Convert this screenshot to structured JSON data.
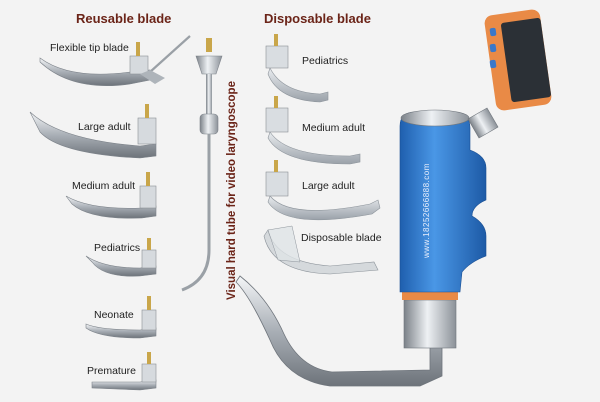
{
  "headers": {
    "reusable": "Reusable blade",
    "disposable": "Disposable blade"
  },
  "vertical_label": "Visual hard tube for video laryngoscope",
  "reusable_blades": [
    {
      "label": "Flexible tip blade"
    },
    {
      "label": "Large adult"
    },
    {
      "label": "Medium adult"
    },
    {
      "label": "Pediatrics"
    },
    {
      "label": "Neonate"
    },
    {
      "label": "Premature"
    }
  ],
  "disposable_blades": [
    {
      "label": "Pediatrics"
    },
    {
      "label": "Medium adult"
    },
    {
      "label": "Large adult"
    },
    {
      "label": "Disposable blade"
    }
  ],
  "handle": {
    "text": "www.18252666888.com"
  },
  "colors": {
    "header": "#6b2418",
    "handle_blue": "#2f7fd1",
    "handle_orange": "#e98a46",
    "metal": "#b9bec4"
  }
}
